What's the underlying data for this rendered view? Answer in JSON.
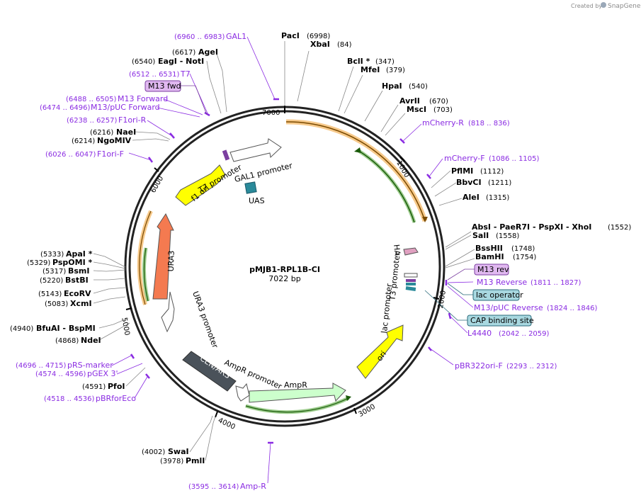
{
  "plasmid": {
    "name": "pMJB1-RPL1B-CI",
    "length": "7022 bp"
  },
  "credit": {
    "prefix": "Created by",
    "brand": "SnapGene"
  },
  "ticks": [
    "1000",
    "2000",
    "3000",
    "4000",
    "5000",
    "6000",
    "7000"
  ],
  "enzymes": [
    {
      "name": "PacI",
      "pos": "(6998)"
    },
    {
      "name": "XbaI",
      "pos": "(84)"
    },
    {
      "name": "BclI *",
      "pos": "(347)"
    },
    {
      "name": "MfeI",
      "pos": "(379)"
    },
    {
      "name": "HpaI",
      "pos": "(540)"
    },
    {
      "name": "AvrII",
      "pos": "(670)"
    },
    {
      "name": "MscI",
      "pos": "(703)"
    },
    {
      "name": "PflMI",
      "pos": "(1112)"
    },
    {
      "name": "BbvCI",
      "pos": "(1211)"
    },
    {
      "name": "AleI",
      "pos": "(1315)"
    },
    {
      "name": "AbsI - PaeR7I - PspXI - XhoI",
      "pos": "(1552)"
    },
    {
      "name": "SalI",
      "pos": "(1558)"
    },
    {
      "name": "BssHII",
      "pos": "(1748)"
    },
    {
      "name": "BamHI",
      "pos": "(1754)"
    },
    {
      "name": "SwaI",
      "pos": "(4002)"
    },
    {
      "name": "PmlI",
      "pos": "(3978)"
    },
    {
      "name": "PfoI",
      "pos": "(4591)"
    },
    {
      "name": "BfuAI - BspMI",
      "pos": "(4940)"
    },
    {
      "name": "NdeI",
      "pos": "(4868)"
    },
    {
      "name": "XcmI",
      "pos": "(5083)"
    },
    {
      "name": "EcoRV",
      "pos": "(5143)"
    },
    {
      "name": "BstBI",
      "pos": "(5220)"
    },
    {
      "name": "BsmI",
      "pos": "(5317)"
    },
    {
      "name": "PspOMI *",
      "pos": "(5329)"
    },
    {
      "name": "ApaI *",
      "pos": "(5333)"
    },
    {
      "name": "NgoMIV",
      "pos": "(6214)"
    },
    {
      "name": "NaeI",
      "pos": "(6216)"
    },
    {
      "name": "EagI - NotI",
      "pos": "(6540)"
    },
    {
      "name": "AgeI",
      "pos": "(6617)"
    }
  ],
  "primers": [
    {
      "name": "GAL1",
      "pos": "(6960 .. 6983)"
    },
    {
      "name": "T7",
      "pos": "(6512 .. 6531)"
    },
    {
      "name": "M13 Forward",
      "pos": "(6488 .. 6505)"
    },
    {
      "name": "M13/pUC Forward",
      "pos": "(6474 .. 6496)"
    },
    {
      "name": "F1ori-R",
      "pos": "(6238 .. 6257)"
    },
    {
      "name": "F1ori-F",
      "pos": "(6026 .. 6047)"
    },
    {
      "name": "mCherry-R",
      "pos": "(818 .. 836)"
    },
    {
      "name": "mCherry-F",
      "pos": "(1086 .. 1105)"
    },
    {
      "name": "M13 Reverse",
      "pos": "(1811 .. 1827)"
    },
    {
      "name": "M13/pUC Reverse",
      "pos": "(1824 .. 1846)"
    },
    {
      "name": "L4440",
      "pos": "(2042 .. 2059)"
    },
    {
      "name": "pBR322ori-F",
      "pos": "(2293 .. 2312)"
    },
    {
      "name": "Amp-R",
      "pos": "(3595 .. 3614)"
    },
    {
      "name": "pRS-marker",
      "pos": "(4696 .. 4715)"
    },
    {
      "name": "pGEX 3'",
      "pos": "(4574 .. 4596)"
    },
    {
      "name": "pBRforEco",
      "pos": "(4518 .. 4536)"
    }
  ],
  "boxed_labels": [
    "M13 fwd",
    "M13 rev",
    "lac operator",
    "CAP binding site"
  ],
  "features": [
    "f1 ori",
    "T7 promoter",
    "GAL1 promoter",
    "UAS",
    "URA3",
    "URA3 promoter",
    "CEN/ARS",
    "AmpR promoter",
    "AmpR",
    "ori",
    "lac promoter",
    "T3 promoter",
    "HA"
  ],
  "colors": {
    "primer": "#8a2be2",
    "ori": "#ffff00",
    "ura3": "#f47a50",
    "cenars": "#4a525a",
    "ampr": "#ccffcc",
    "uas": "#2a8a9a",
    "orange_track": "#f2a640",
    "green_track": "#3a9a1a",
    "m13_box": "#e0b8f0",
    "lac_box": "#a8d8e0"
  }
}
